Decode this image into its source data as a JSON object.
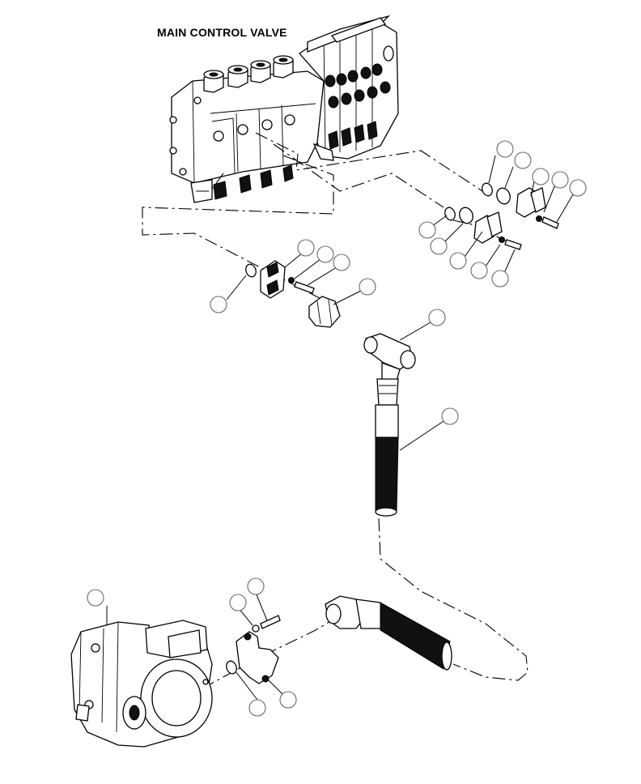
{
  "title": "MAIN CONTROL VALVE",
  "colors": {
    "line": "#000000",
    "background": "#ffffff",
    "callout_outline": "#6a6a6a"
  },
  "parts": [
    "main-control-valve",
    "o-ring",
    "split-flange",
    "lock-washer",
    "bolt",
    "adapter-nut",
    "tee-fitting",
    "hydraulic-hose",
    "elbow-hose-end",
    "hydraulic-pump"
  ]
}
